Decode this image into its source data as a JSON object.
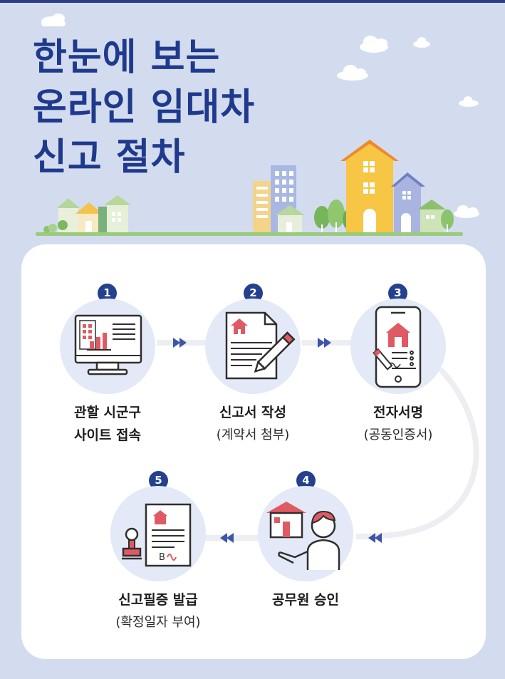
{
  "title": {
    "line1": "한눈에 보는",
    "line2": "온라인 임대차",
    "line3": "신고 절차"
  },
  "colors": {
    "background": "#d3dcef",
    "title": "#1f3a8c",
    "badge": "#24408f",
    "arrow": "#3d55a6",
    "accent_red": "#e05a63",
    "house_yellow": "#f6c644"
  },
  "steps": [
    {
      "number": "1",
      "label_line1": "관할 시군구",
      "label_line2": "사이트 접속",
      "icon": "computer-monitor-chart-icon"
    },
    {
      "number": "2",
      "label_line1": "신고서 작성",
      "label_line2": "(계약서 첨부)",
      "icon": "document-pen-icon"
    },
    {
      "number": "3",
      "label_line1": "전자서명",
      "label_line2": "(공동인증서)",
      "icon": "smartphone-signature-icon"
    },
    {
      "number": "4",
      "label_line1": "공무원 승인",
      "label_line2": "",
      "icon": "officer-house-icon"
    },
    {
      "number": "5",
      "label_line1": "신고필증 발급",
      "label_line2": "(확정일자 부여)",
      "icon": "certificate-stamp-icon"
    }
  ]
}
